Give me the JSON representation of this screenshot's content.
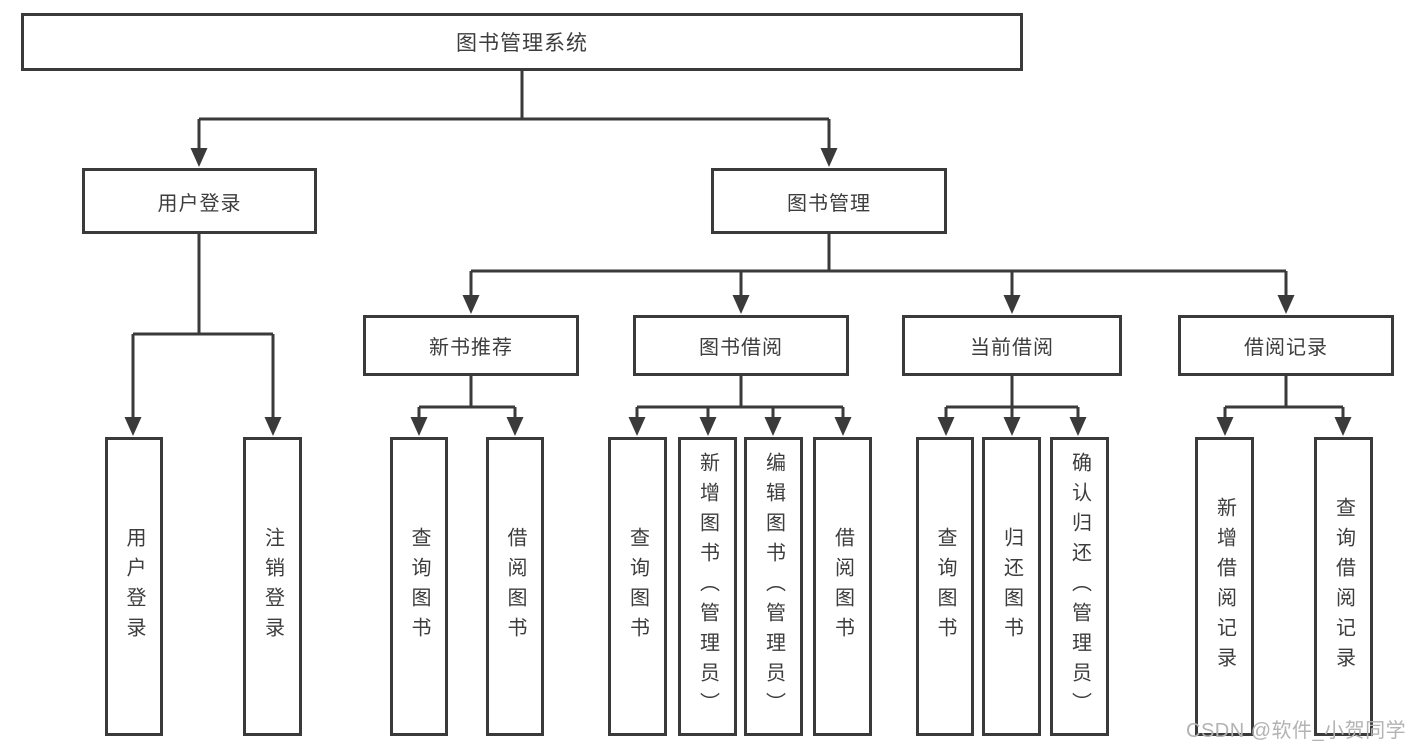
{
  "tree": {
    "root": {
      "label": "图书管理系统",
      "children": [
        {
          "label": "用户登录",
          "children": [
            {
              "label": "用户登录"
            },
            {
              "label": "注销登录"
            }
          ]
        },
        {
          "label": "图书管理",
          "children": [
            {
              "label": "新书推荐",
              "children": [
                {
                  "label": "查询图书"
                },
                {
                  "label": "借阅图书"
                }
              ]
            },
            {
              "label": "图书借阅",
              "children": [
                {
                  "label": "查询图书"
                },
                {
                  "label": "新增图书（管理员）"
                },
                {
                  "label": "编辑图书（管理员）"
                },
                {
                  "label": "借阅图书"
                }
              ]
            },
            {
              "label": "当前借阅",
              "children": [
                {
                  "label": "查询图书"
                },
                {
                  "label": "归还图书"
                },
                {
                  "label": "确认归还（管理员）"
                }
              ]
            },
            {
              "label": "借阅记录",
              "children": [
                {
                  "label": "新增借阅记录"
                },
                {
                  "label": "查询借阅记录"
                }
              ]
            }
          ]
        }
      ]
    }
  },
  "watermark": {
    "text": "CSDN @软件_小贺同学"
  },
  "colors": {
    "line": "#3a3a3a",
    "text": "#3d3d3d",
    "watermark": "#b3b3b3",
    "background": "#ffffff"
  }
}
